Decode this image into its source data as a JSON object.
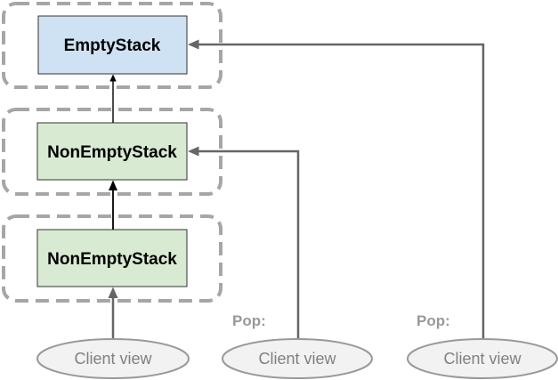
{
  "diagram": {
    "colors": {
      "background": "#ffffff",
      "dashed_border": "#a6a6a6",
      "node_border": "#333333",
      "empty_stack_fill": "#cfe2f3",
      "non_empty_stack_fill": "#d9ead3",
      "ellipse_fill": "#f2f2f2",
      "ellipse_border": "#999999",
      "gray_arrow": "#666666",
      "black_arrow": "#000000",
      "label_color": "#000000",
      "client_text_color": "#808080",
      "pop_text_color": "#999999"
    },
    "stack_nodes": [
      {
        "id": "empty-stack",
        "label": "EmptyStack"
      },
      {
        "id": "non-empty-stack-middle",
        "label": "NonEmptyStack"
      },
      {
        "id": "non-empty-stack-bottom",
        "label": "NonEmptyStack"
      }
    ],
    "client_views": [
      {
        "label": "Client view"
      },
      {
        "label": "Client view"
      },
      {
        "label": "Client view"
      }
    ],
    "pop_labels": [
      "Pop:",
      "Pop:"
    ]
  }
}
